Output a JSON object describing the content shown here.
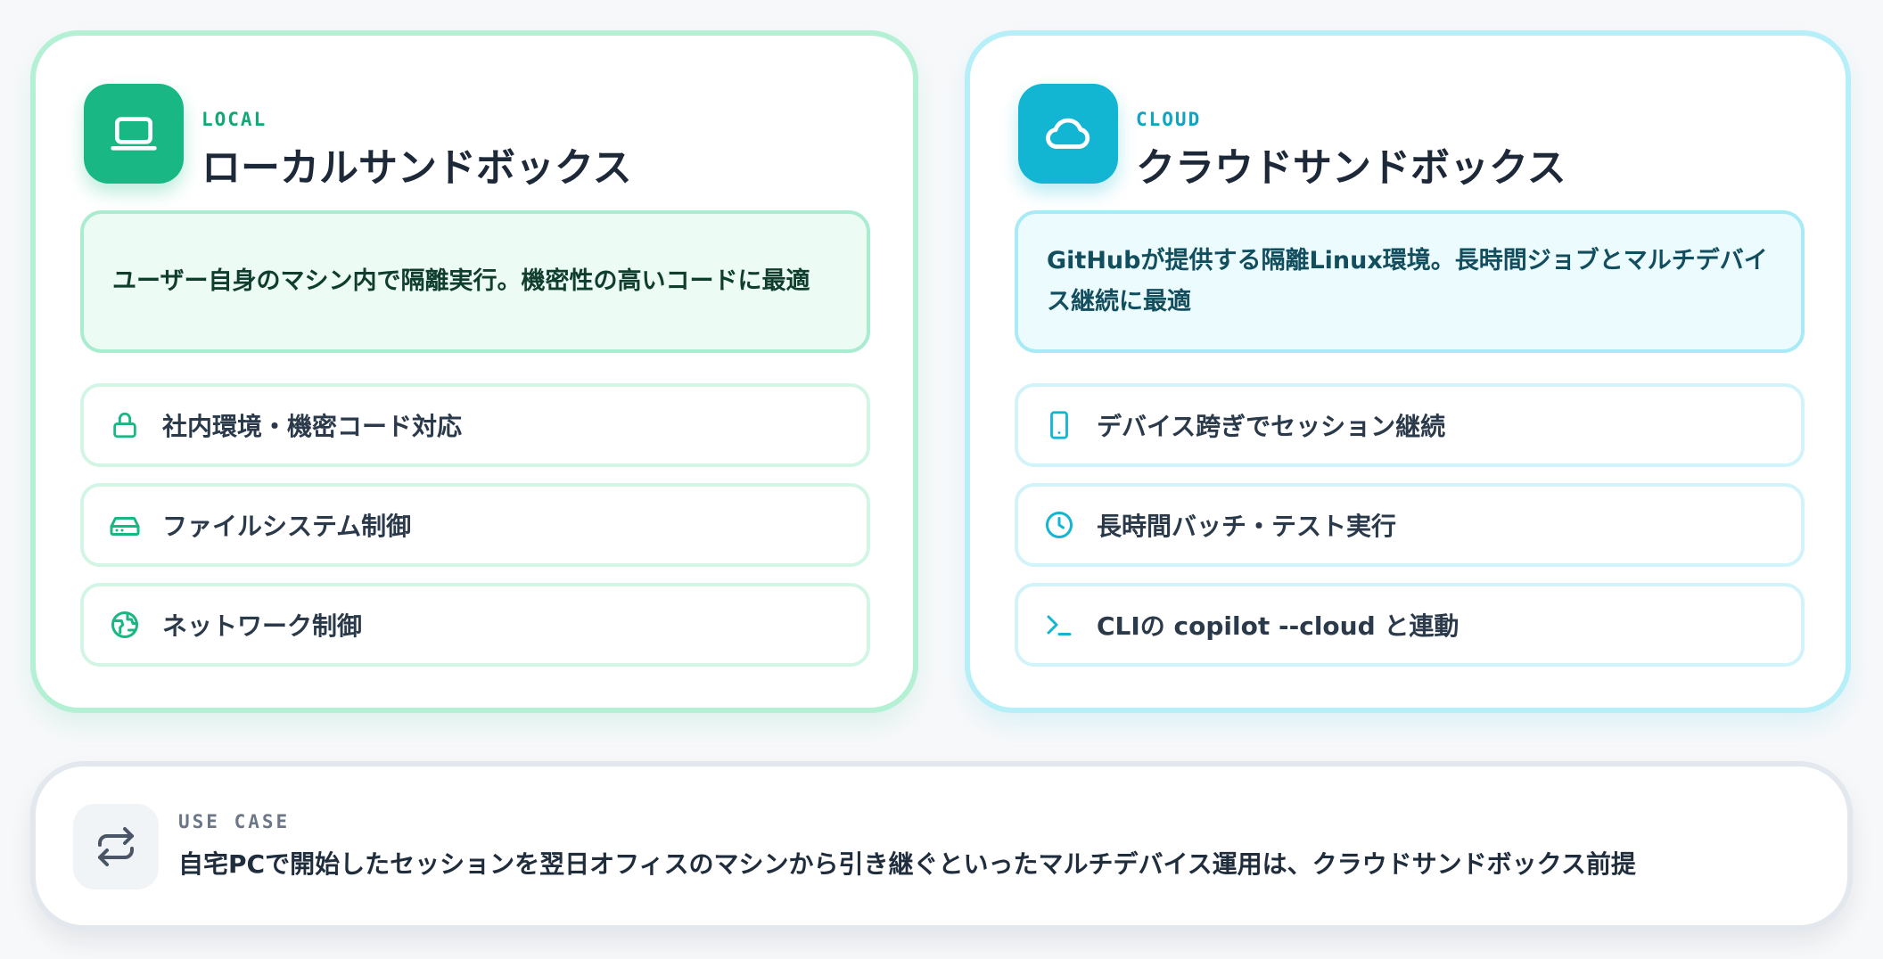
{
  "local": {
    "eyebrow": "LOCAL",
    "title": "ローカルサンドボックス",
    "description": "ユーザー自身のマシン内で隔離実行。機密性の高いコードに最適",
    "features": [
      {
        "label": "社内環境・機密コード対応",
        "icon": "lock-icon"
      },
      {
        "label": "ファイルシステム制御",
        "icon": "hard-drive-icon"
      },
      {
        "label": "ネットワーク制御",
        "icon": "globe-icon"
      }
    ],
    "accent": "#19b784"
  },
  "cloud": {
    "eyebrow": "CLOUD",
    "title": "クラウドサンドボックス",
    "description": "GitHubが提供する隔離Linux環境。長時間ジョブとマルチデバイス継続に最適",
    "features": [
      {
        "label": "デバイス跨ぎでセッション継続",
        "icon": "tablet-icon"
      },
      {
        "label": "長時間バッチ・テスト実行",
        "icon": "clock-icon"
      },
      {
        "label": "CLIの copilot --cloud と連動",
        "icon": "terminal-icon"
      }
    ],
    "accent": "#12b5d2"
  },
  "usecase": {
    "label": "USE CASE",
    "text": "自宅PCで開始したセッションを翌日オフィスのマシンから引き継ぐといったマルチデバイス運用は、クラウドサンドボックス前提",
    "icon": "swap-arrows-icon"
  }
}
